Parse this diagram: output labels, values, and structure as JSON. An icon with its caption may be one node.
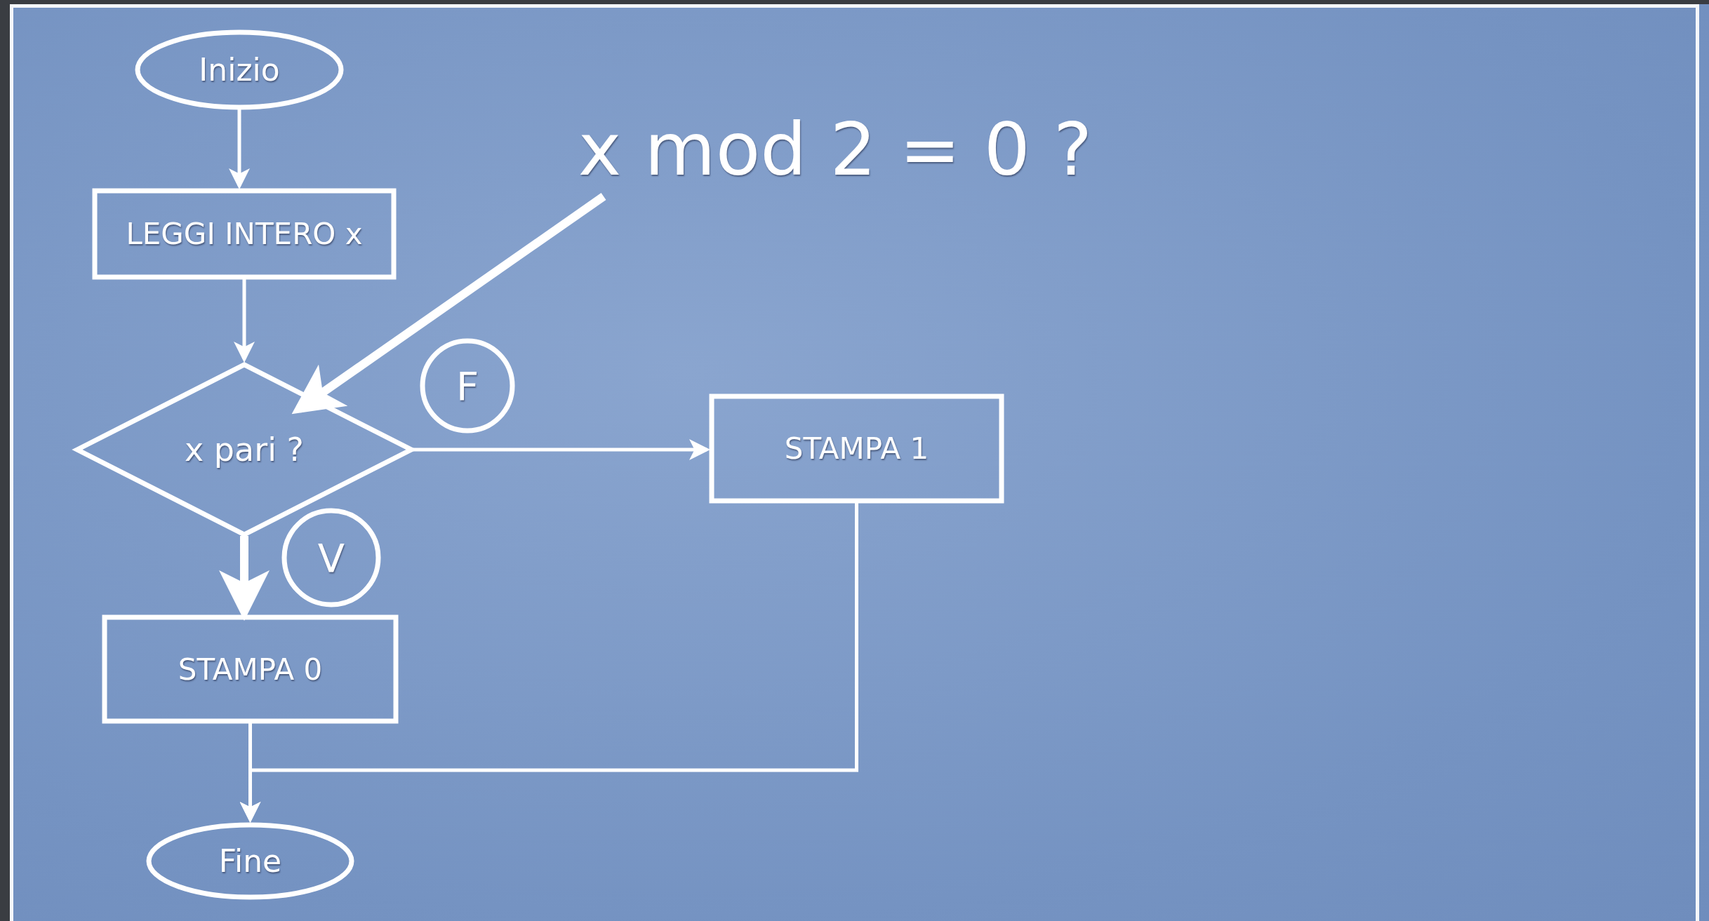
{
  "diagram": {
    "nodes": [
      {
        "text": [
          "Inizio"
        ]
      },
      {
        "text": [
          "x mod 2 = 0 ?"
        ]
      },
      {
        "text": [
          "LEGGI INTERO x"
        ]
      },
      {
        "text": [
          "F"
        ]
      },
      {
        "text": [
          "x pari ?"
        ]
      },
      {
        "text": [
          "STAMPA 1"
        ]
      },
      {
        "text": [
          "V"
        ]
      },
      {
        "text": [
          "STAMPA 0"
        ]
      },
      {
        "text": [
          "Fine"
        ]
      }
    ],
    "edges": [
      {
        "from": 0,
        "to": 2,
        "arrow": "to"
      },
      {
        "from": 2,
        "to": 4,
        "arrow": "to"
      },
      {
        "from": 1,
        "to": 4,
        "arrow": "to",
        "style": "thick"
      },
      {
        "from": 4,
        "to": 5,
        "arrow": "to"
      },
      {
        "from": 4,
        "to": 7,
        "arrow": "to",
        "style": "thick"
      },
      {
        "from": 7,
        "to": 8,
        "arrow": "to"
      },
      {
        "from": 5,
        "to": 8,
        "arrow": "to"
      }
    ]
  }
}
